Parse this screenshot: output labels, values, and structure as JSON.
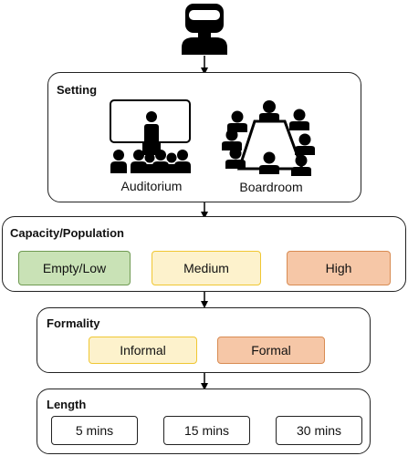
{
  "setting": {
    "title": "Setting",
    "options": [
      {
        "label": "Auditorium",
        "icon": "auditorium-icon"
      },
      {
        "label": "Boardroom",
        "icon": "boardroom-icon"
      }
    ]
  },
  "capacity": {
    "title": "Capacity/Population",
    "options": [
      {
        "label": "Empty/Low",
        "fill": "#c9e2b6",
        "border": "#6f9a52"
      },
      {
        "label": "Medium",
        "fill": "#fdf2cc",
        "border": "#f0c733"
      },
      {
        "label": "High",
        "fill": "#f6c7a7",
        "border": "#d88b52"
      }
    ]
  },
  "formality": {
    "title": "Formality",
    "options": [
      {
        "label": "Informal",
        "fill": "#fdf2cc",
        "border": "#f0c733"
      },
      {
        "label": "Formal",
        "fill": "#f6c7a7",
        "border": "#d88b52"
      }
    ]
  },
  "length": {
    "title": "Length",
    "options": [
      {
        "label": "5 mins"
      },
      {
        "label": "15 mins"
      },
      {
        "label": "30 mins"
      }
    ]
  },
  "icons": {
    "agent": "robot-agent-icon"
  }
}
